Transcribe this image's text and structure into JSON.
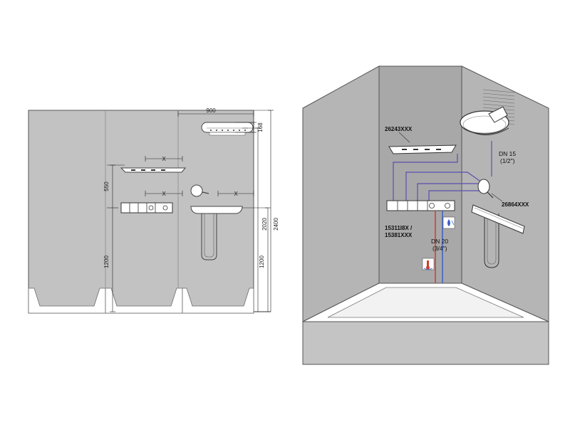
{
  "front_elevation": {
    "dimensions": {
      "width_outlet": "900",
      "outlet_height": "168",
      "spacing_x1": "X",
      "spacing_x2": "X",
      "spacing_x3": "X",
      "rise_550": "550",
      "height_1200_left": "1200",
      "height_1200_right": "1200",
      "height_2020": "2020",
      "height_2400": "2400"
    }
  },
  "perspective": {
    "labels": {
      "overhead_code": "26243XXX",
      "thermostat_code_line1": "15311I8X /",
      "thermostat_code_line2": "15381XXX",
      "shower_set_code": "26864XXX",
      "dn15_line1": "DN 15",
      "dn15_line2": "(1/2\")",
      "dn20_line1": "DN 20",
      "dn20_line2": "(3/4\")"
    },
    "colors": {
      "wall": "#bdbdbd",
      "wall_back": "#a8a8a8",
      "hot_pipe": "#d33a2c",
      "cold_pipe": "#3b5fc7",
      "connection_pipe": "#5a4fb0"
    }
  }
}
